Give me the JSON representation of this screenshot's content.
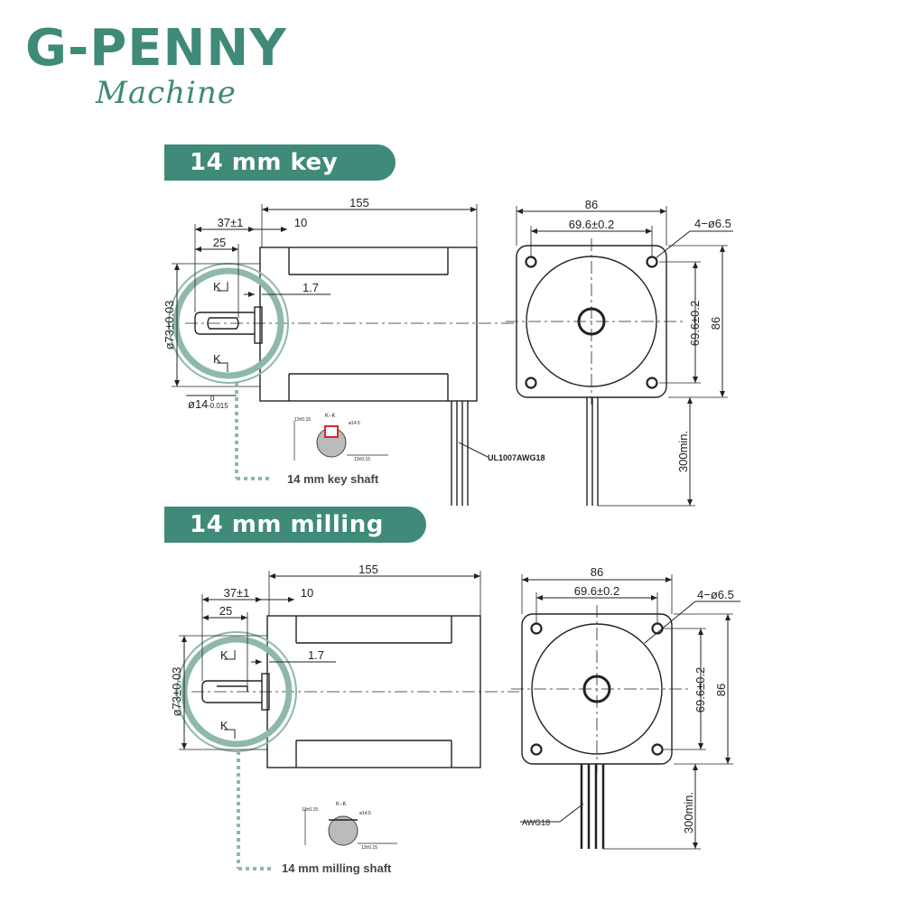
{
  "brand": {
    "name": "G-PENNY",
    "tagline": "Machine"
  },
  "sections": [
    {
      "banner": "14 mm key shaft",
      "side": {
        "overall": "155",
        "shaft": "37±1",
        "boss": "10",
        "key_len": "25",
        "boss_dia": "1.7",
        "flange_dia": "ø73±0.03",
        "shaft_dia": "ø14",
        "shaft_tol_upper": "0",
        "shaft_tol_lower": "-0.015",
        "section_mark": "K"
      },
      "front": {
        "width": "86",
        "hole_spacing": "69.6±0.2",
        "holes": "4−ø6.5",
        "hole_spacing_v": "69.6±0.2",
        "height": "86",
        "lead_length": "300min.",
        "wire_label": "UL1007AWG18"
      },
      "section": {
        "title": "K−K",
        "note1": "13±0.15",
        "note2": "ø14.5",
        "note3": "13±0.15",
        "caption": "14 mm key shaft"
      }
    },
    {
      "banner": "14 mm milling shaft",
      "side": {
        "overall": "155",
        "shaft": "37±1",
        "boss": "10",
        "key_len": "25",
        "boss_dia": "1.7",
        "flange_dia": "ø73±0.03",
        "section_mark": "K"
      },
      "front": {
        "width": "86",
        "hole_spacing": "69.6±0.2",
        "holes": "4−ø6.5",
        "hole_spacing_v": "69.6±0.2",
        "height": "86",
        "lead_length": "300min.",
        "wire_label": "AWG18"
      },
      "section": {
        "title": "K−K",
        "note1": "13±0.15",
        "note2": "ø14.5",
        "note3": "13±0.15",
        "caption": "14 mm milling shaft"
      }
    }
  ],
  "colors": {
    "accent": "#3f8a78",
    "accent_light": "#8fb8ad",
    "line": "#222222",
    "marker": "#d9272e"
  }
}
